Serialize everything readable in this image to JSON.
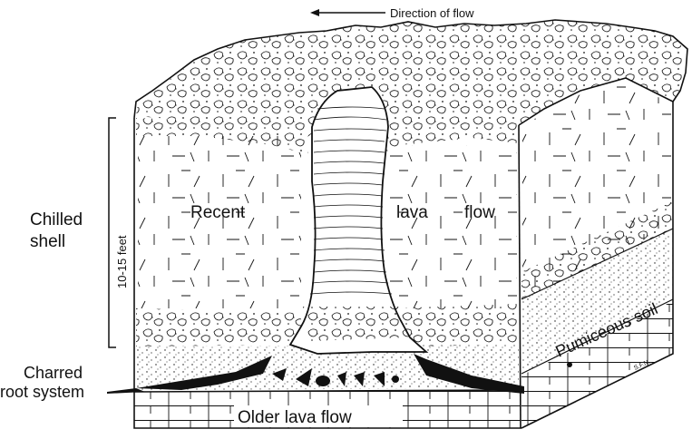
{
  "labels": {
    "direction": "Direction of flow",
    "chilled_shell_1": "Chilled",
    "chilled_shell_2": "shell",
    "height_scale": "10-15 feet",
    "recent": "Recent",
    "lava": "lava",
    "flow": "flow",
    "pumiceous_soil": "Pumiceous soil",
    "charred_1": "Charred",
    "charred_2": "root system",
    "older_lava_flow": "Older lava flow",
    "initials": "S.F.N."
  },
  "colors": {
    "ink": "#111111",
    "paper": "#ffffff"
  }
}
